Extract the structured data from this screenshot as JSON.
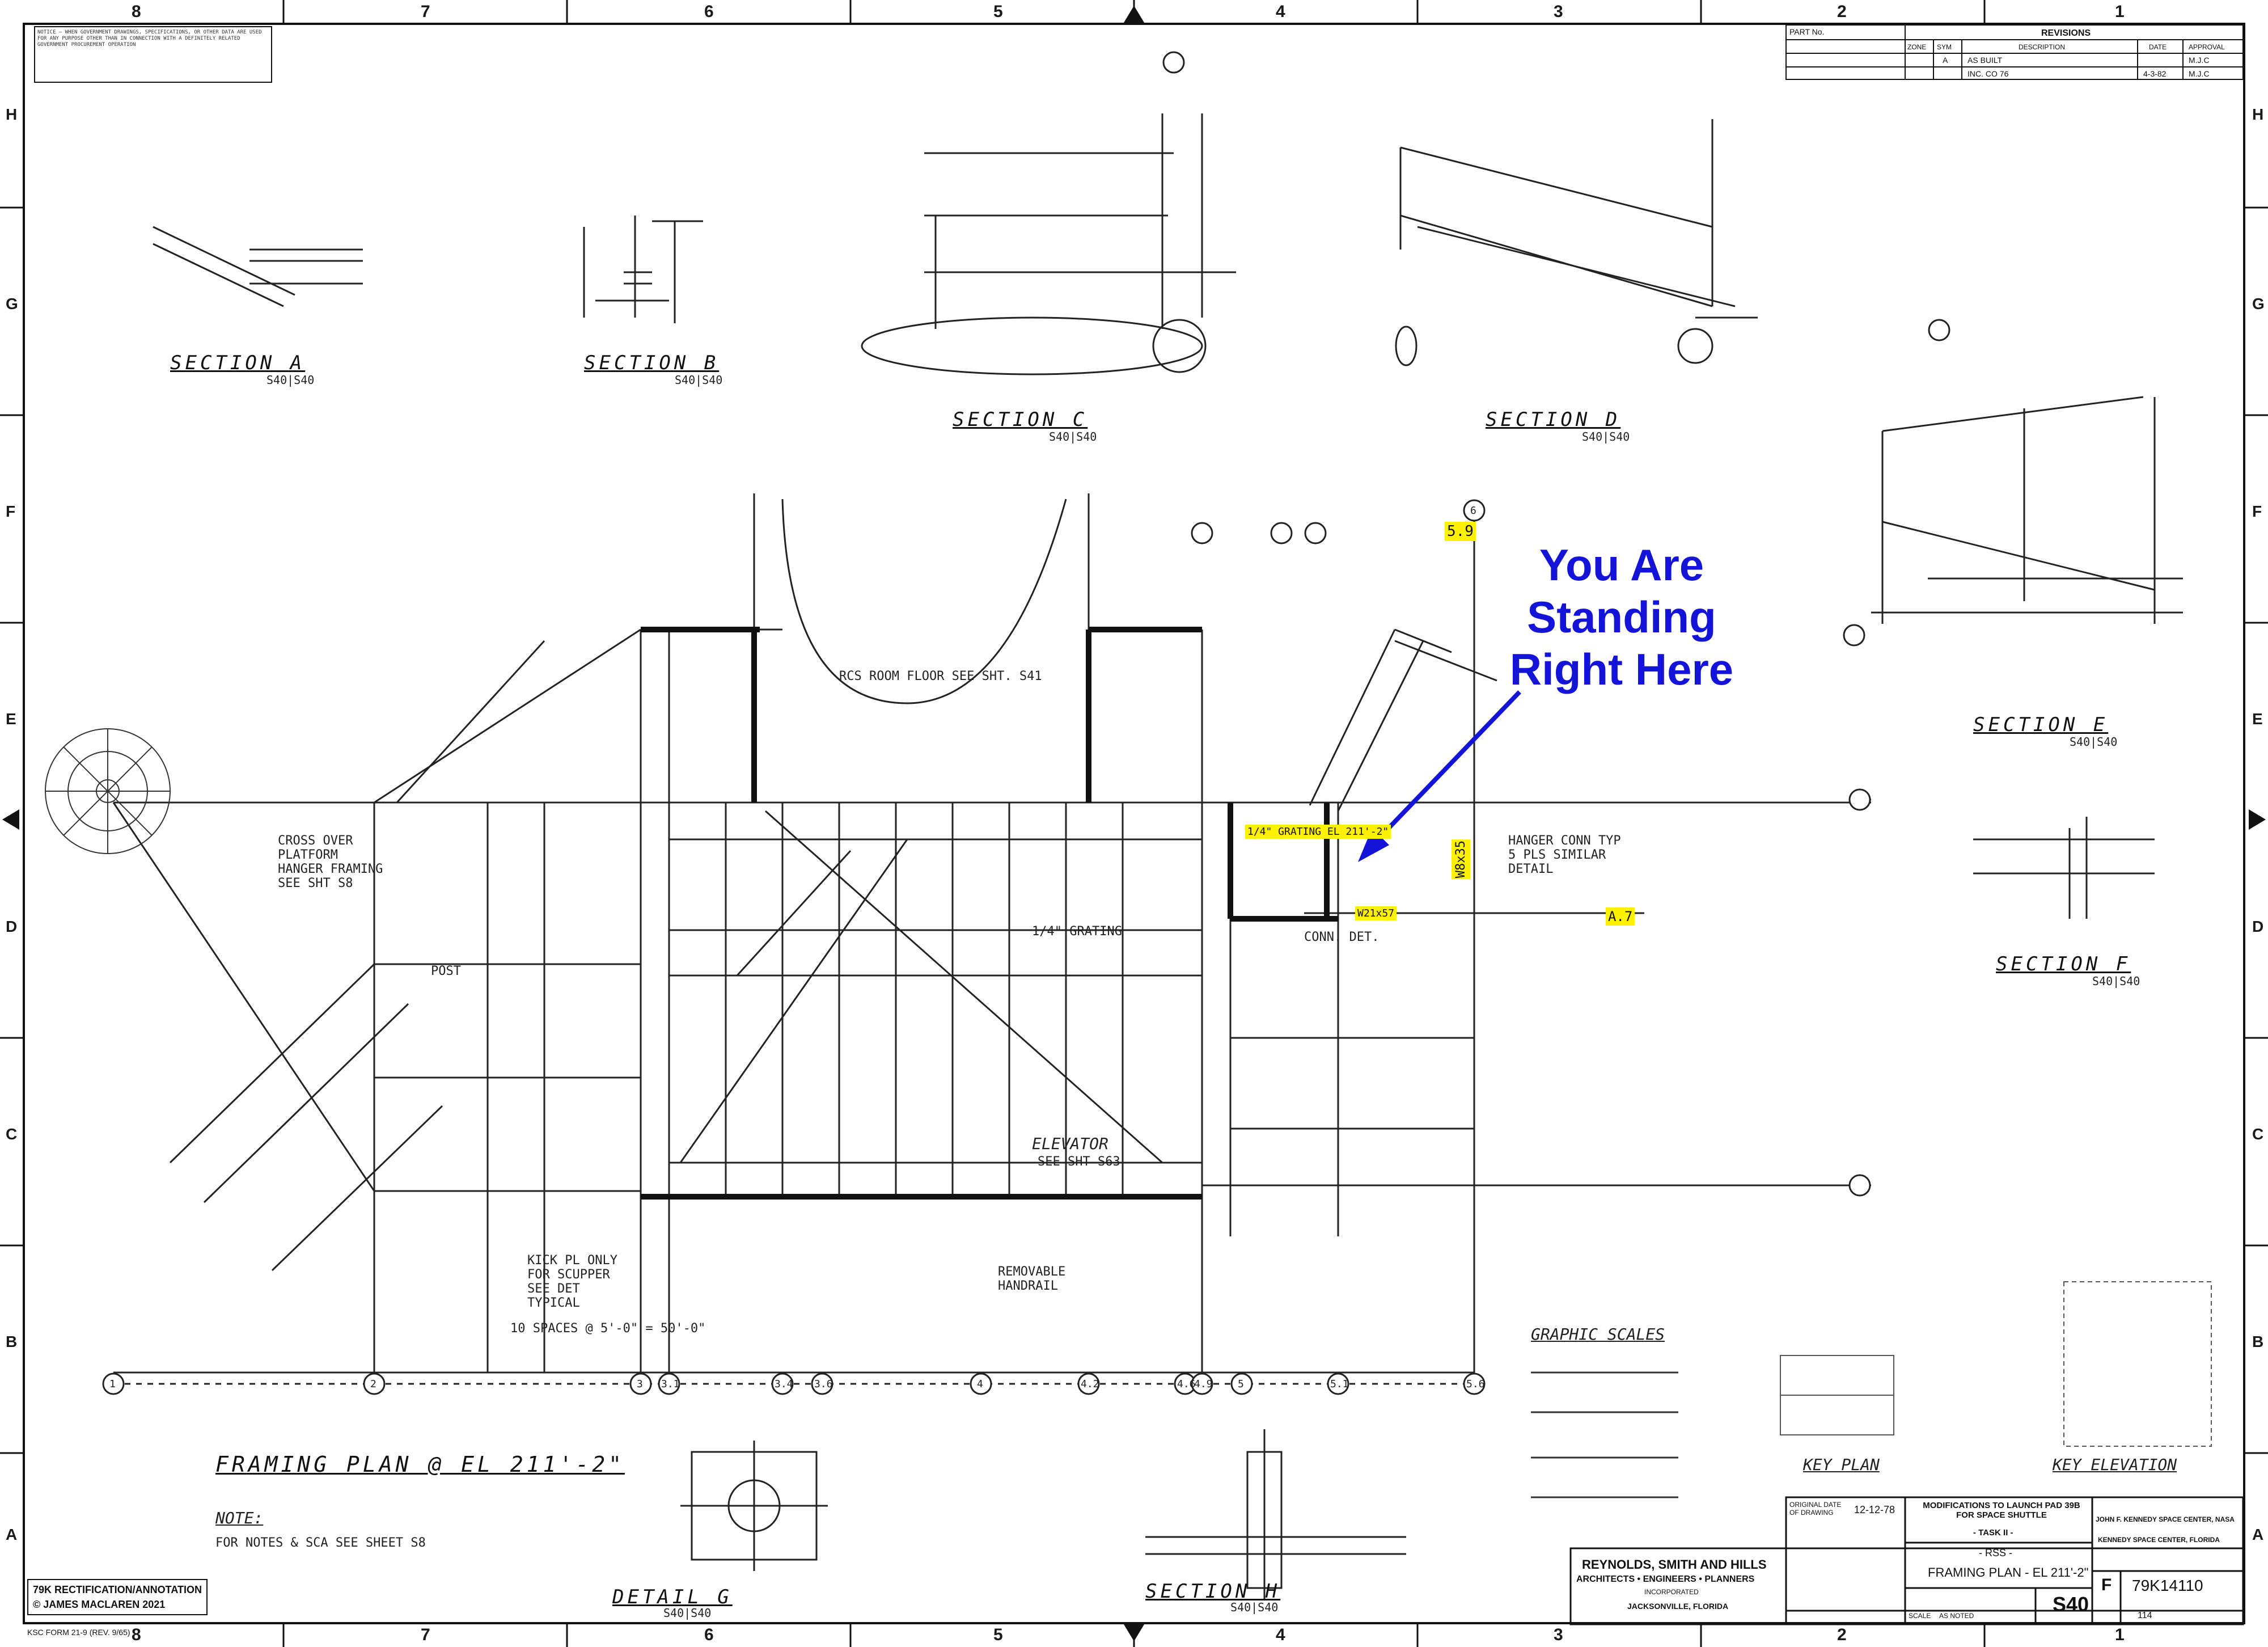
{
  "zones_top": [
    "8",
    "7",
    "6",
    "5",
    "4",
    "3",
    "2",
    "1"
  ],
  "zones_side": [
    "H",
    "G",
    "F",
    "E",
    "D",
    "C",
    "B",
    "A"
  ],
  "notice_text": "NOTICE — WHEN GOVERNMENT DRAWINGS, SPECIFICATIONS, OR OTHER DATA ARE USED FOR ANY PURPOSE OTHER THAN IN CONNECTION WITH A DEFINITELY RELATED GOVERNMENT PROCUREMENT OPERATION",
  "sections": {
    "a": {
      "title": "SECTION A",
      "sheet": "S40|S40"
    },
    "b": {
      "title": "SECTION B",
      "sheet": "S40|S40"
    },
    "c": {
      "title": "SECTION C",
      "sheet": "S40|S40"
    },
    "d": {
      "title": "SECTION D",
      "sheet": "S40|S40"
    },
    "e": {
      "title": "SECTION E",
      "sheet": "S40|S40"
    },
    "f": {
      "title": "SECTION F",
      "sheet": "S40|S40"
    },
    "g": {
      "title": "DETAIL G",
      "sheet": "S40|S40"
    },
    "h": {
      "title": "SECTION H",
      "sheet": "S40|S40"
    }
  },
  "plan": {
    "title": "FRAMING PLAN @ EL 211'-2\"",
    "note_label": "NOTE:",
    "note_text": "FOR NOTES & SCA SEE SHEET S8",
    "rcs_floor": "RCS ROOM FLOOR SEE SHT. S41",
    "elevator": "ELEVATOR",
    "elevator_ref": "SEE SHT S63",
    "cross_over": "CROSS OVER PLATFORM HANGER FRAMING SEE SHT S8",
    "bays": "10 SPACES @ 5'-0\" = 50'-0\"",
    "hanger_conn": "HANGER CONN TYP 5 PLS SIMILAR DETAIL",
    "kick_pl": "KICK PL ONLY FOR SCUPPER SEE DET TYPICAL",
    "removable": "REMOVABLE HANDRAIL",
    "grating": "1/4\" GRATING",
    "conn_det": "CONN. DET.",
    "post": "POST",
    "col_top": [
      "1",
      "2",
      "3",
      "3.1",
      "3.4",
      "3.6",
      "4",
      "4.2",
      "4.6",
      "4.9",
      "5",
      "5.1",
      "5.6",
      "6"
    ]
  },
  "highlights": {
    "h1": "5.9",
    "h2": "1/4\" GRATING EL 211'-2\"",
    "h3": "W8x35",
    "h4": "A.7",
    "h5": "W21x57"
  },
  "callout": {
    "line1": "You Are",
    "line2": "Standing",
    "line3": "Right Here"
  },
  "graphic_scales": "GRAPHIC SCALES",
  "key_plan": "KEY PLAN",
  "key_elevation": "KEY ELEVATION",
  "revisions": {
    "part_no": "PART No.",
    "title": "REVISIONS",
    "headers": [
      "ZONE",
      "SYM",
      "DESCRIPTION",
      "DATE",
      "APPROVAL"
    ],
    "rows": [
      [
        "",
        "A",
        "AS BUILT",
        "",
        "M.J.C"
      ],
      [
        "",
        "",
        "INC. CO 76",
        "4-3-82",
        "M.J.C"
      ]
    ]
  },
  "title_block": {
    "original_date_label": "ORIGINAL DATE OF DRAWING",
    "original_date": "12-12-78",
    "project_title": "MODIFICATIONS TO LAUNCH PAD 39B FOR SPACE SHUTTLE",
    "task": "- TASK II -",
    "subsystem": "- RSS -",
    "drawing_title": "FRAMING PLAN - EL 211'-2\"",
    "firm_name": "REYNOLDS, SMITH AND HILLS",
    "firm_sub": "ARCHITECTS • ENGINEERS • PLANNERS",
    "firm_inc": "INCORPORATED",
    "firm_city": "JACKSONVILLE, FLORIDA",
    "agency": "JOHN F. KENNEDY SPACE CENTER, NASA",
    "agency2": "KENNEDY SPACE CENTER, FLORIDA",
    "sheet_code": "S40",
    "size": "F",
    "dwg_no": "79K14110",
    "sheet": "114",
    "scale_label": "SCALE",
    "scale_value": "AS NOTED"
  },
  "attribution": {
    "line1": "79K RECTIFICATION/ANNOTATION",
    "line2": "© JAMES MACLAREN 2021"
  },
  "form_no": "KSC FORM 21-9 (REV. 9/65)"
}
